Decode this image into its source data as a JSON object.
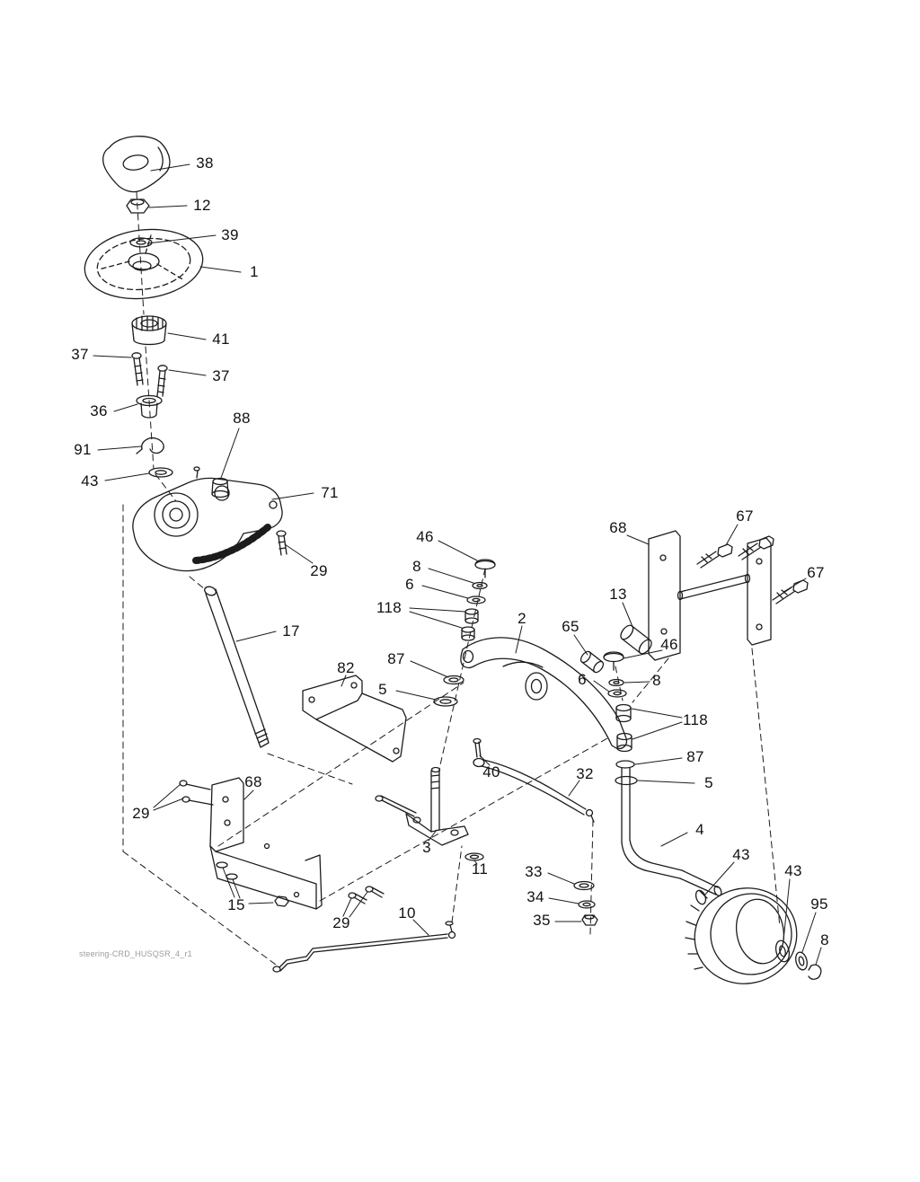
{
  "watermark": "steering-CRD_HUSQSR_4_r1",
  "line_color": "#1c1c1c",
  "callouts": [
    {
      "label": "38"
    },
    {
      "label": "12"
    },
    {
      "label": "39"
    },
    {
      "label": "1"
    },
    {
      "label": "41"
    },
    {
      "label": "37"
    },
    {
      "label": "37"
    },
    {
      "label": "36"
    },
    {
      "label": "91"
    },
    {
      "label": "43"
    },
    {
      "label": "88"
    },
    {
      "label": "71"
    },
    {
      "label": "29"
    },
    {
      "label": "17"
    },
    {
      "label": "46"
    },
    {
      "label": "8"
    },
    {
      "label": "6"
    },
    {
      "label": "118"
    },
    {
      "label": "87"
    },
    {
      "label": "5"
    },
    {
      "label": "82"
    },
    {
      "label": "2"
    },
    {
      "label": "65"
    },
    {
      "label": "13"
    },
    {
      "label": "46"
    },
    {
      "label": "8"
    },
    {
      "label": "6"
    },
    {
      "label": "118"
    },
    {
      "label": "87"
    },
    {
      "label": "5"
    },
    {
      "label": "68"
    },
    {
      "label": "67"
    },
    {
      "label": "67"
    },
    {
      "label": "40"
    },
    {
      "label": "32"
    },
    {
      "label": "3"
    },
    {
      "label": "11"
    },
    {
      "label": "68"
    },
    {
      "label": "29"
    },
    {
      "label": "15"
    },
    {
      "label": "29"
    },
    {
      "label": "10"
    },
    {
      "label": "33"
    },
    {
      "label": "34"
    },
    {
      "label": "35"
    },
    {
      "label": "4"
    },
    {
      "label": "43"
    },
    {
      "label": "43"
    },
    {
      "label": "95"
    },
    {
      "label": "8"
    }
  ]
}
